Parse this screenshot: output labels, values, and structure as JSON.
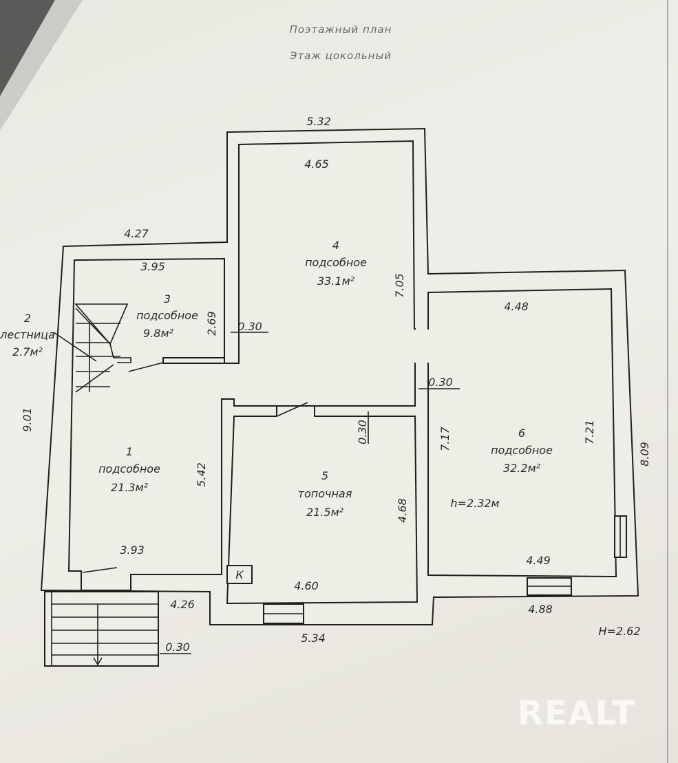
{
  "header": {
    "title": "Поэтажный план",
    "floor": "Этаж цокольный"
  },
  "rooms": [
    {
      "number": "1",
      "type": "подсобное",
      "area": "21.3м²"
    },
    {
      "number": "2",
      "type": "лестница",
      "area": "2.7м²"
    },
    {
      "number": "3",
      "type": "подсобное",
      "area": "9.8м²"
    },
    {
      "number": "4",
      "type": "подсобное",
      "area": "33.1м²"
    },
    {
      "number": "5",
      "type": "топочная",
      "area": "21.5м²"
    },
    {
      "number": "6",
      "type": "подсобное",
      "area": "32.2м²",
      "height": "h=2.32м"
    }
  ],
  "dimensions": {
    "top_outer": "5.32",
    "room4_width": "4.65",
    "left_outer_top": "4.27",
    "room3_width": "3.95",
    "room3_height": "2.69",
    "wall_a": "0.30",
    "room4_height": "7.05",
    "room6_width_top": "4.48",
    "wall_b": "0.30",
    "wall_c": "0.30",
    "left_outer_height": "9.01",
    "room1_height": "5.42",
    "room5_left_height": "7.17",
    "room6_height": "7.21",
    "right_outer_height": "8.09",
    "room5_height": "4.68",
    "room1_width": "3.93",
    "room6_width_bottom": "4.49",
    "room5_width": "4.60",
    "bottom_left": "4.26",
    "bottom_outer": "5.34",
    "bottom_right": "4.88",
    "wall_d": "0.30"
  },
  "boiler_mark": "К",
  "ceiling_height": "H=2.62",
  "watermark": "REALT"
}
